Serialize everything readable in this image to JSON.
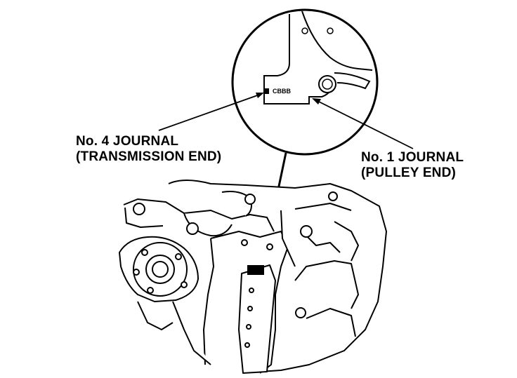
{
  "labels": {
    "no4_line1": "No. 4 JOURNAL",
    "no4_line2": "(TRANSMISSION END)",
    "no1_line1": "No. 1 JOURNAL",
    "no1_line2": "(PULLEY END)"
  },
  "stamp": {
    "code": "CBBB"
  },
  "colors": {
    "ink": "#000000",
    "paper": "#ffffff"
  }
}
